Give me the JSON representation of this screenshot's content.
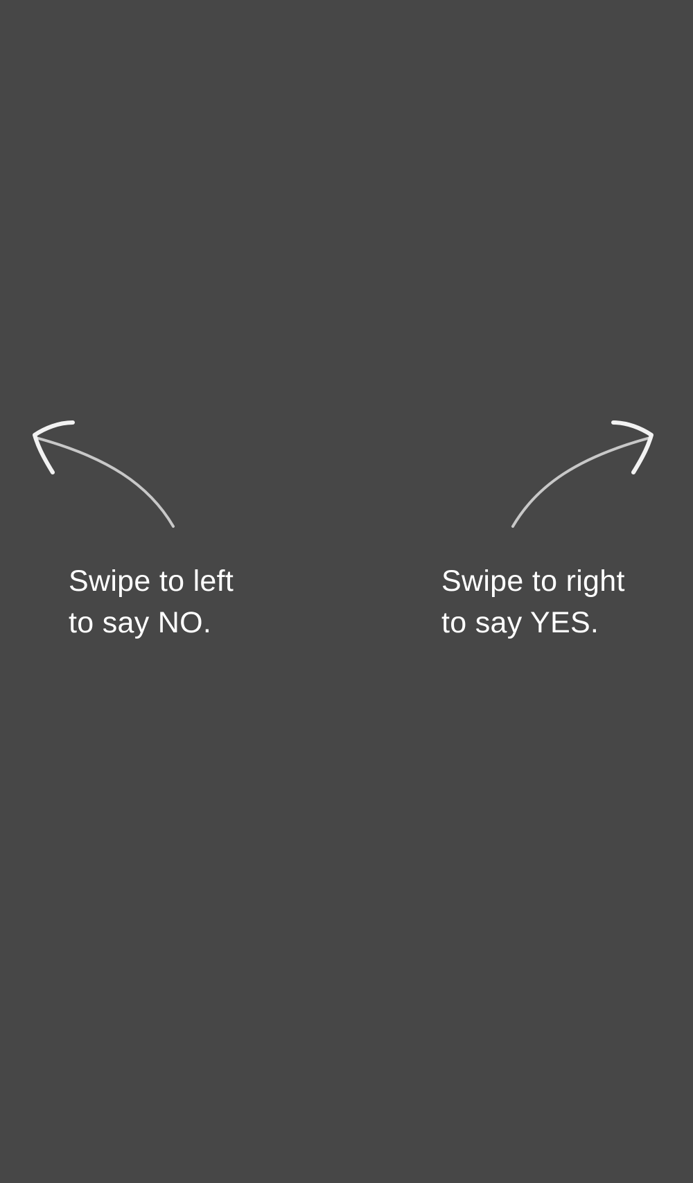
{
  "background_color": "#474747",
  "text_color": "#ffffff",
  "left_hint": {
    "line1": "Swipe to left",
    "line2": "to say NO.",
    "icon": "curved-arrow-left-icon"
  },
  "right_hint": {
    "line1": "Swipe to right",
    "line2": "to say YES.",
    "icon": "curved-arrow-right-icon"
  }
}
